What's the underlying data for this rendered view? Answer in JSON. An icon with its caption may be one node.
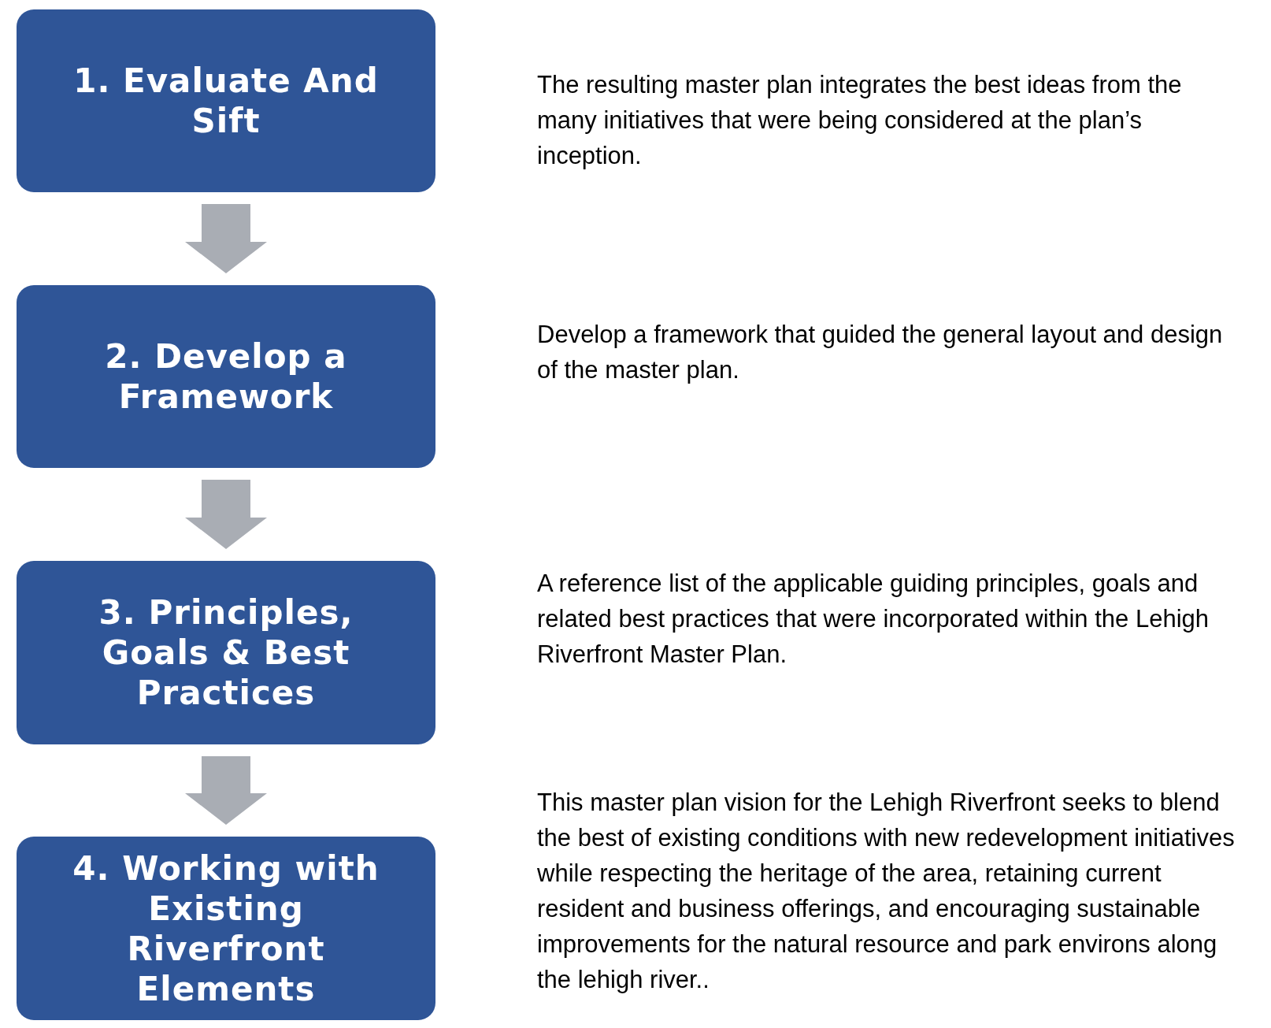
{
  "diagram": {
    "nodes": [
      {
        "text": [
          "1. Evaluate And Sift"
        ]
      },
      {
        "text": [
          "2. Develop a Framework"
        ]
      },
      {
        "text": [
          "3. Principles, Goals & Best Practices"
        ]
      },
      {
        "text": [
          "4. Working with Existing Riverfront Elements"
        ]
      }
    ],
    "edges": [
      {
        "from": 0,
        "to": 1,
        "arrow": "to"
      },
      {
        "from": 1,
        "to": 2,
        "arrow": "to"
      },
      {
        "from": 2,
        "to": 3,
        "arrow": "to"
      }
    ],
    "labels": [
      "The resulting master plan integrates the best ideas from the many initiatives that were being considered at the plan’s inception.",
      "Develop a framework that guided the general layout and design of the master plan.",
      "A reference list of the applicable guiding principles, goals and related best practices that were incorporated within the Lehigh Riverfront Master Plan.",
      "This master plan vision for the Lehigh Riverfront seeks to blend the best of existing conditions with new redevelopment initiatives while respecting the heritage of the area, retaining current resident and business offerings, and encouraging sustainable improvements for the natural resource and park environs along the lehigh river.."
    ]
  }
}
